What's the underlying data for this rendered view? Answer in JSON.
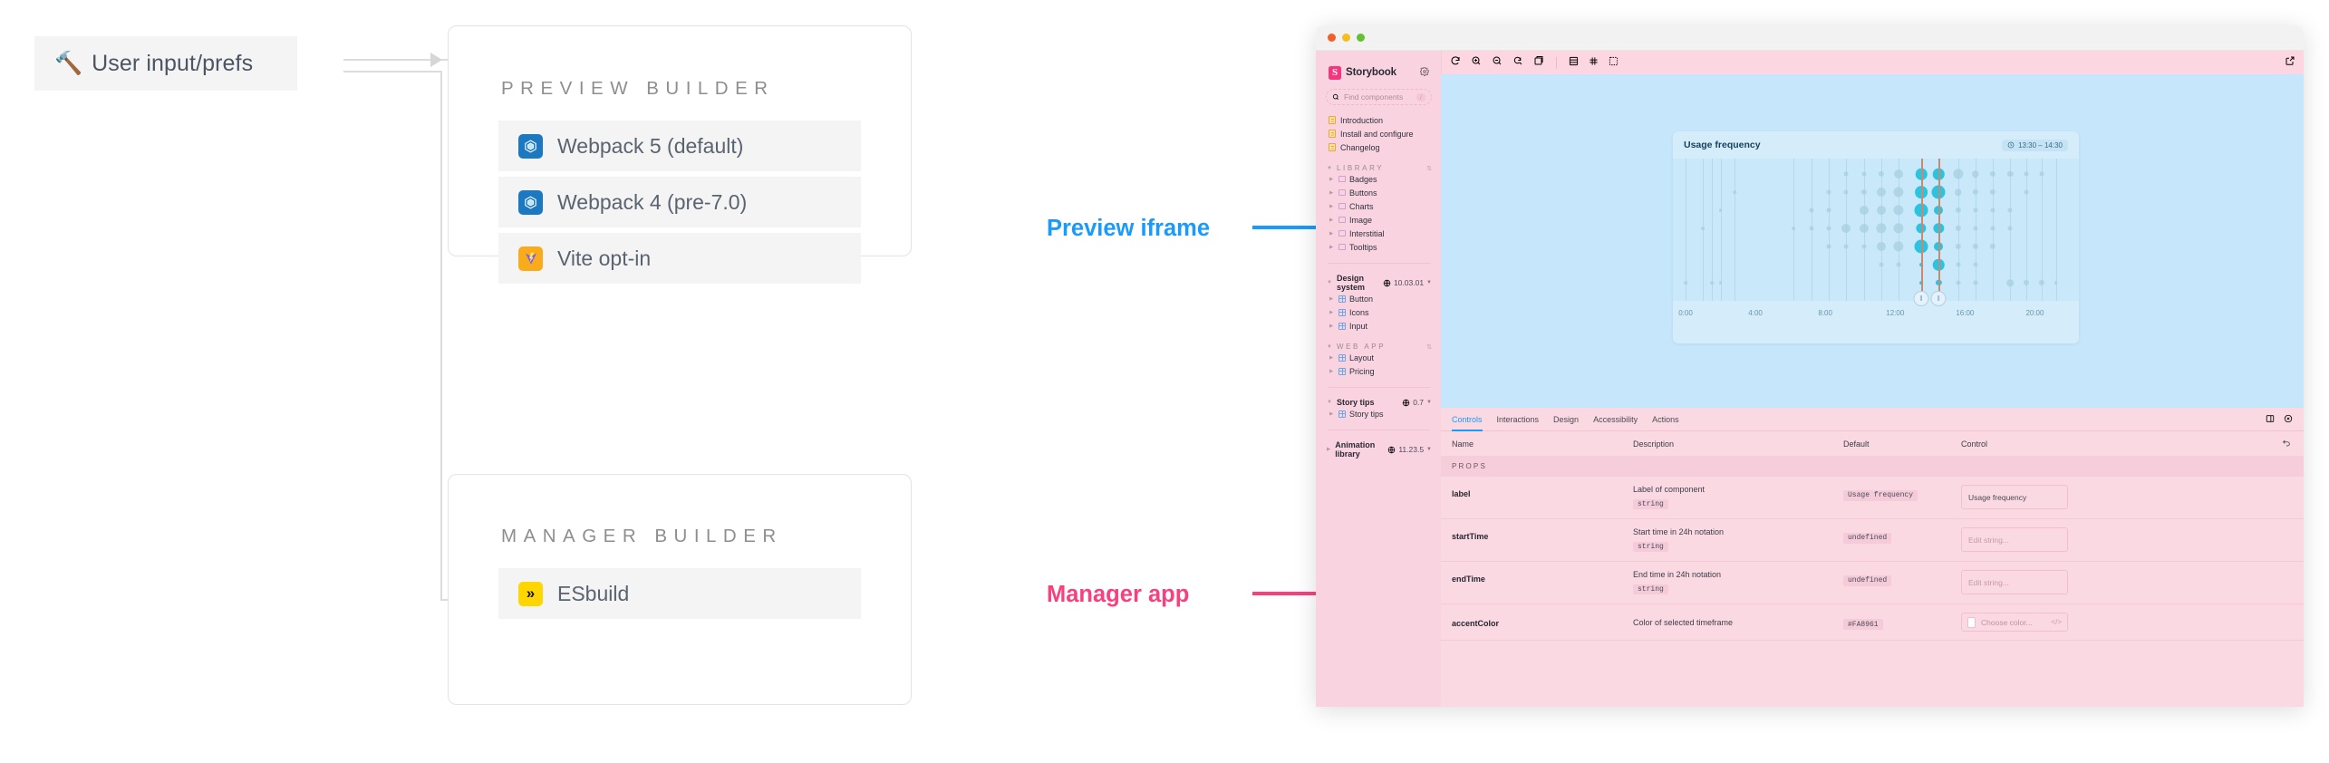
{
  "diagram": {
    "user_box": {
      "icon": "hammer-and-wrench-icon",
      "label": "User input/prefs"
    },
    "preview_builder": {
      "title": "PREVIEW BUILDER",
      "options": [
        {
          "icon": "webpack-logo-icon",
          "label": "Webpack 5 (default)"
        },
        {
          "icon": "webpack-logo-icon",
          "label": "Webpack 4 (pre-7.0)"
        },
        {
          "icon": "vite-logo-icon",
          "label": "Vite opt-in"
        }
      ]
    },
    "manager_builder": {
      "title": "MANAGER BUILDER",
      "options": [
        {
          "icon": "esbuild-logo-icon",
          "label": "ESbuild"
        }
      ]
    },
    "flows": [
      {
        "label": "Preview iframe",
        "color": "#1a9afa"
      },
      {
        "label": "Manager app",
        "color": "#f8407f"
      }
    ]
  },
  "storybook": {
    "titlebar": {
      "dots": [
        "#f25f29",
        "#f5bd20",
        "#63c132"
      ]
    },
    "sidebar": {
      "brand": "Storybook",
      "logo_letter": "S",
      "settings_icon": "gear-icon",
      "search": {
        "placeholder": "Find components",
        "shortcut": "/"
      },
      "docs": [
        {
          "icon": "document-icon",
          "label": "Introduction"
        },
        {
          "icon": "document-icon",
          "label": "Install and configure"
        },
        {
          "icon": "document-icon",
          "label": "Changelog"
        }
      ],
      "sections": [
        {
          "title": "LIBRARY",
          "style": "caps",
          "sort_icon": "sort-icon",
          "items": [
            {
              "icon": "folder-icon",
              "label": "Badges"
            },
            {
              "icon": "folder-icon",
              "label": "Buttons"
            },
            {
              "icon": "folder-icon",
              "label": "Charts"
            },
            {
              "icon": "folder-icon",
              "label": "Image"
            },
            {
              "icon": "folder-icon",
              "label": "Interstitial"
            },
            {
              "icon": "folder-icon",
              "label": "Tooltips"
            }
          ]
        },
        {
          "title": "Design system",
          "style": "bold",
          "version": "10.03.01",
          "version_icon": "globe-icon",
          "items": [
            {
              "icon": "component-icon",
              "label": "Button"
            },
            {
              "icon": "component-icon",
              "label": "Icons"
            },
            {
              "icon": "component-icon",
              "label": "Input"
            }
          ]
        },
        {
          "title": "WEB APP",
          "style": "caps",
          "sort_icon": "sort-icon",
          "items": [
            {
              "icon": "component-icon",
              "label": "Layout"
            },
            {
              "icon": "component-icon",
              "label": "Pricing"
            }
          ]
        },
        {
          "title": "Story tips",
          "style": "bold",
          "version": "0.7",
          "version_icon": "globe-icon",
          "items": [
            {
              "icon": "component-icon",
              "label": "Story tips"
            }
          ]
        },
        {
          "title": "Animation library",
          "style": "bold",
          "version": "11.23.5",
          "version_icon": "globe-icon",
          "items": []
        }
      ]
    },
    "toolbar": {
      "left_icons": [
        "reload-icon",
        "zoom-in-icon",
        "zoom-out-icon",
        "zoom-reset-icon",
        "sidebar-toggle-icon"
      ],
      "group_icons": [
        "backgrounds-icon",
        "grid-icon",
        "measure-icon"
      ],
      "right_icons": [
        "open-in-new-tab-icon"
      ]
    },
    "panel": {
      "tabs": [
        {
          "label": "Controls",
          "active": true
        },
        {
          "label": "Interactions",
          "active": false
        },
        {
          "label": "Design",
          "active": false
        },
        {
          "label": "Accessibility",
          "active": false
        },
        {
          "label": "Actions",
          "active": false
        }
      ],
      "tab_icons": [
        "panel-position-icon",
        "close-panel-icon"
      ],
      "columns": [
        "Name",
        "Description",
        "Default",
        "Control"
      ],
      "reset_icon": "reset-icon",
      "group_label": "PROPS",
      "rows": [
        {
          "name": "label",
          "description": "Label of component",
          "type": "string",
          "default": "Usage frequency",
          "control_kind": "text",
          "control_value": "Usage frequency",
          "control_placeholder": ""
        },
        {
          "name": "startTime",
          "description": "Start time in 24h notation",
          "type": "string",
          "default": "undefined",
          "control_kind": "text",
          "control_value": "",
          "control_placeholder": "Edit string..."
        },
        {
          "name": "endTime",
          "description": "End time in 24h notation",
          "type": "string",
          "default": "undefined",
          "control_kind": "text",
          "control_value": "",
          "control_placeholder": "Edit string..."
        },
        {
          "name": "accentColor",
          "description": "Color of selected timeframe",
          "type": "",
          "default": "#FA8961",
          "control_kind": "color",
          "control_value": "",
          "control_placeholder": "Choose color..."
        }
      ]
    }
  },
  "chart_data": {
    "type": "scatter",
    "title": "Usage frequency",
    "range_badge": "13:30 – 14:30",
    "range_icon": "clock-icon",
    "xlabel": "",
    "ylabel": "",
    "xlim": [
      0,
      22
    ],
    "ticks": [
      {
        "value": 0,
        "label": "0:00"
      },
      {
        "value": 4,
        "label": "4:00"
      },
      {
        "value": 8,
        "label": "8:00"
      },
      {
        "value": 12,
        "label": "12:00"
      },
      {
        "value": 16,
        "label": "16:00"
      },
      {
        "value": 20,
        "label": "20:00"
      }
    ],
    "grid": true,
    "selection": {
      "start": 13.5,
      "end": 14.5,
      "handle_icon": "drag-handle-icon"
    },
    "accent_color": "#2bc4e0",
    "muted_color": "#a8cfe2",
    "columns": [
      {
        "hour": 0,
        "points": [
          {
            "row": 6,
            "size": 3
          }
        ]
      },
      {
        "hour": 1,
        "points": [
          {
            "row": 3,
            "size": 3
          }
        ]
      },
      {
        "hour": 1.5,
        "points": [
          {
            "row": 6,
            "size": 3
          }
        ]
      },
      {
        "hour": 2,
        "points": [
          {
            "row": 2,
            "size": 3
          },
          {
            "row": 6,
            "size": 3
          }
        ]
      },
      {
        "hour": 2.8,
        "points": [
          {
            "row": 1,
            "size": 3
          }
        ]
      },
      {
        "hour": 6.2,
        "points": [
          {
            "row": 3,
            "size": 3
          }
        ]
      },
      {
        "hour": 7.2,
        "points": [
          {
            "row": 2,
            "size": 4
          },
          {
            "row": 3,
            "size": 4
          }
        ]
      },
      {
        "hour": 8.2,
        "points": [
          {
            "row": 1,
            "size": 4
          },
          {
            "row": 2,
            "size": 4
          },
          {
            "row": 3,
            "size": 4
          },
          {
            "row": 4,
            "size": 4
          }
        ]
      },
      {
        "hour": 9.2,
        "points": [
          {
            "row": 0,
            "size": 4
          },
          {
            "row": 1,
            "size": 4
          },
          {
            "row": 3,
            "size": 8
          },
          {
            "row": 4,
            "size": 4
          }
        ]
      },
      {
        "hour": 10.2,
        "points": [
          {
            "row": 0,
            "size": 4
          },
          {
            "row": 1,
            "size": 5
          },
          {
            "row": 2,
            "size": 8
          },
          {
            "row": 3,
            "size": 8
          },
          {
            "row": 4,
            "size": 4
          }
        ]
      },
      {
        "hour": 11.2,
        "points": [
          {
            "row": 0,
            "size": 5
          },
          {
            "row": 1,
            "size": 8
          },
          {
            "row": 2,
            "size": 8
          },
          {
            "row": 3,
            "size": 9
          },
          {
            "row": 4,
            "size": 8
          },
          {
            "row": 5,
            "size": 4
          }
        ]
      },
      {
        "hour": 12.2,
        "points": [
          {
            "row": 0,
            "size": 8
          },
          {
            "row": 1,
            "size": 9
          },
          {
            "row": 2,
            "size": 9
          },
          {
            "row": 3,
            "size": 9
          },
          {
            "row": 4,
            "size": 9
          },
          {
            "row": 5,
            "size": 4
          }
        ]
      },
      {
        "hour": 13.5,
        "accent": true,
        "points": [
          {
            "row": 0,
            "size": 10
          },
          {
            "row": 1,
            "size": 11
          },
          {
            "row": 2,
            "size": 12
          },
          {
            "row": 3,
            "size": 9
          },
          {
            "row": 4,
            "size": 12
          },
          {
            "row": 5,
            "size": 3
          },
          {
            "row": 6,
            "size": 3
          }
        ]
      },
      {
        "hour": 14.5,
        "accent": true,
        "points": [
          {
            "row": 0,
            "size": 10
          },
          {
            "row": 1,
            "size": 12
          },
          {
            "row": 2,
            "size": 8
          },
          {
            "row": 3,
            "size": 9
          },
          {
            "row": 4,
            "size": 8
          },
          {
            "row": 5,
            "size": 10
          },
          {
            "row": 6,
            "size": 5
          }
        ]
      },
      {
        "hour": 15.6,
        "points": [
          {
            "row": 0,
            "size": 9
          },
          {
            "row": 1,
            "size": 6
          },
          {
            "row": 2,
            "size": 5
          },
          {
            "row": 3,
            "size": 5
          },
          {
            "row": 4,
            "size": 5
          },
          {
            "row": 5,
            "size": 4
          },
          {
            "row": 6,
            "size": 4
          }
        ]
      },
      {
        "hour": 16.6,
        "points": [
          {
            "row": 0,
            "size": 6
          },
          {
            "row": 1,
            "size": 5
          },
          {
            "row": 2,
            "size": 4
          },
          {
            "row": 3,
            "size": 4
          },
          {
            "row": 4,
            "size": 5
          },
          {
            "row": 5,
            "size": 4
          },
          {
            "row": 6,
            "size": 4
          }
        ]
      },
      {
        "hour": 17.6,
        "points": [
          {
            "row": 0,
            "size": 5
          },
          {
            "row": 1,
            "size": 5
          },
          {
            "row": 2,
            "size": 4
          },
          {
            "row": 3,
            "size": 4
          },
          {
            "row": 4,
            "size": 5
          }
        ]
      },
      {
        "hour": 18.6,
        "points": [
          {
            "row": 0,
            "size": 5
          },
          {
            "row": 2,
            "size": 4
          },
          {
            "row": 3,
            "size": 4
          },
          {
            "row": 6,
            "size": 6
          }
        ]
      },
      {
        "hour": 19.5,
        "points": [
          {
            "row": 0,
            "size": 4
          },
          {
            "row": 1,
            "size": 4
          },
          {
            "row": 6,
            "size": 5
          }
        ]
      },
      {
        "hour": 20.4,
        "points": [
          {
            "row": 0,
            "size": 4
          },
          {
            "row": 6,
            "size": 5
          }
        ]
      },
      {
        "hour": 21.2,
        "points": [
          {
            "row": 6,
            "size": 3
          }
        ]
      }
    ]
  }
}
